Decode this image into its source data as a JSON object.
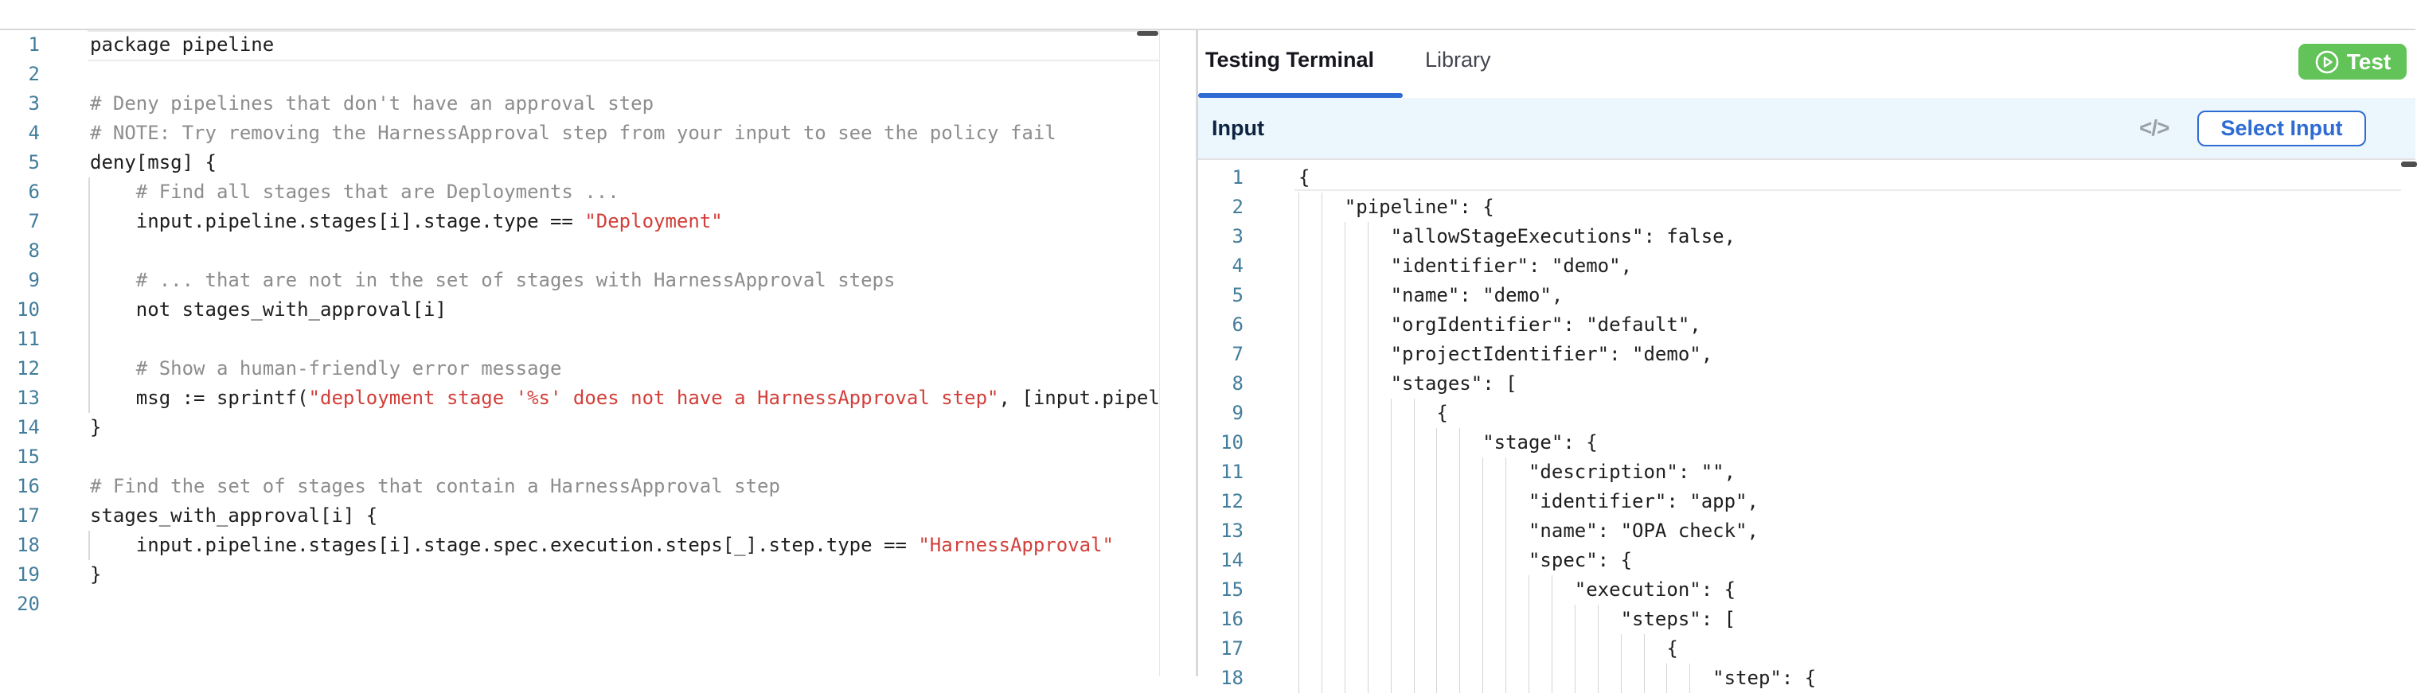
{
  "colors": {
    "accent_blue": "#2e6bd3",
    "test_green": "#62c358",
    "string_red": "#d23f3a",
    "comment_gray": "#8d8d8d",
    "line_number_blue": "#437d9c",
    "input_bar_bg": "#ecf6fd"
  },
  "left_editor": {
    "lines": [
      {
        "n": 1,
        "guide": false,
        "segs": [
          [
            "c",
            "package pipeline"
          ]
        ]
      },
      {
        "n": 2,
        "guide": false,
        "segs": []
      },
      {
        "n": 3,
        "guide": false,
        "segs": [
          [
            "m",
            "# Deny pipelines that don't have an approval step"
          ]
        ]
      },
      {
        "n": 4,
        "guide": false,
        "segs": [
          [
            "m",
            "# NOTE: Try removing the HarnessApproval step from your input to see the policy fail"
          ]
        ]
      },
      {
        "n": 5,
        "guide": false,
        "segs": [
          [
            "c",
            "deny[msg] {"
          ]
        ]
      },
      {
        "n": 6,
        "guide": true,
        "segs": [
          [
            "m",
            "    # Find all stages that are Deployments ..."
          ]
        ]
      },
      {
        "n": 7,
        "guide": true,
        "segs": [
          [
            "c",
            "    input.pipeline.stages[i].stage.type == "
          ],
          [
            "s",
            "\"Deployment\""
          ]
        ]
      },
      {
        "n": 8,
        "guide": true,
        "segs": []
      },
      {
        "n": 9,
        "guide": true,
        "segs": [
          [
            "m",
            "    # ... that are not in the set of stages with HarnessApproval steps"
          ]
        ]
      },
      {
        "n": 10,
        "guide": true,
        "segs": [
          [
            "c",
            "    not stages_with_approval[i]"
          ]
        ]
      },
      {
        "n": 11,
        "guide": true,
        "segs": []
      },
      {
        "n": 12,
        "guide": true,
        "segs": [
          [
            "m",
            "    # Show a human-friendly error message"
          ]
        ]
      },
      {
        "n": 13,
        "guide": true,
        "segs": [
          [
            "c",
            "    msg := sprintf("
          ],
          [
            "s",
            "\"deployment stage '%s' does not have a HarnessApproval step\""
          ],
          [
            "c",
            ", [input.pipel"
          ]
        ]
      },
      {
        "n": 14,
        "guide": false,
        "segs": [
          [
            "c",
            "}"
          ]
        ]
      },
      {
        "n": 15,
        "guide": false,
        "segs": []
      },
      {
        "n": 16,
        "guide": false,
        "segs": [
          [
            "m",
            "# Find the set of stages that contain a HarnessApproval step"
          ]
        ]
      },
      {
        "n": 17,
        "guide": false,
        "segs": [
          [
            "c",
            "stages_with_approval[i] {"
          ]
        ]
      },
      {
        "n": 18,
        "guide": true,
        "segs": [
          [
            "c",
            "    input.pipeline.stages[i].stage.spec.execution.steps[_].step.type == "
          ],
          [
            "s",
            "\"HarnessApproval\""
          ]
        ]
      },
      {
        "n": 19,
        "guide": false,
        "segs": [
          [
            "c",
            "}"
          ]
        ]
      },
      {
        "n": 20,
        "guide": false,
        "segs": []
      }
    ]
  },
  "right_panel": {
    "tabs": [
      {
        "label": "Testing Terminal",
        "active": true
      },
      {
        "label": "Library",
        "active": false
      }
    ],
    "test_button": {
      "label": "Test",
      "icon": "play-circle-icon"
    },
    "input_bar": {
      "label": "Input",
      "code_icon_glyph": "</>",
      "select_button_label": "Select Input"
    },
    "editor": {
      "lines": [
        {
          "n": 1,
          "indent": 0,
          "t": "{"
        },
        {
          "n": 2,
          "indent": 4,
          "t": "\"pipeline\": {"
        },
        {
          "n": 3,
          "indent": 8,
          "t": "\"allowStageExecutions\": false,"
        },
        {
          "n": 4,
          "indent": 8,
          "t": "\"identifier\": \"demo\","
        },
        {
          "n": 5,
          "indent": 8,
          "t": "\"name\": \"demo\","
        },
        {
          "n": 6,
          "indent": 8,
          "t": "\"orgIdentifier\": \"default\","
        },
        {
          "n": 7,
          "indent": 8,
          "t": "\"projectIdentifier\": \"demo\","
        },
        {
          "n": 8,
          "indent": 8,
          "t": "\"stages\": ["
        },
        {
          "n": 9,
          "indent": 12,
          "t": "{"
        },
        {
          "n": 10,
          "indent": 16,
          "t": "\"stage\": {"
        },
        {
          "n": 11,
          "indent": 20,
          "t": "\"description\": \"\","
        },
        {
          "n": 12,
          "indent": 20,
          "t": "\"identifier\": \"app\","
        },
        {
          "n": 13,
          "indent": 20,
          "t": "\"name\": \"OPA check\","
        },
        {
          "n": 14,
          "indent": 20,
          "t": "\"spec\": {"
        },
        {
          "n": 15,
          "indent": 24,
          "t": "\"execution\": {"
        },
        {
          "n": 16,
          "indent": 28,
          "t": "\"steps\": ["
        },
        {
          "n": 17,
          "indent": 32,
          "t": "{"
        },
        {
          "n": 18,
          "indent": 36,
          "t": "\"step\": {"
        }
      ]
    }
  }
}
